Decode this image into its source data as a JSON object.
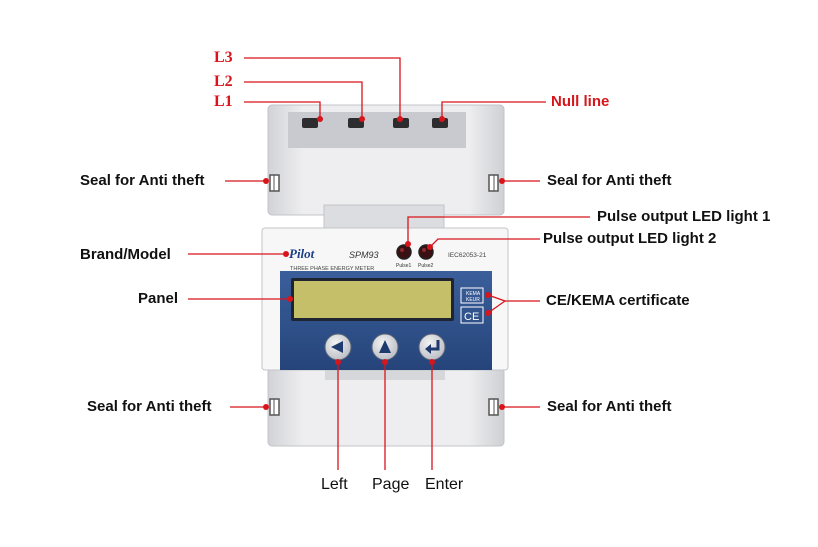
{
  "labels": {
    "l3": "L3",
    "l2": "L2",
    "l1": "L1",
    "null_line": "Null line",
    "seal_top_left": "Seal for Anti theft",
    "seal_top_right": "Seal for Anti theft",
    "pulse1": "Pulse output LED light 1",
    "pulse2": "Pulse output LED light 2",
    "brand_model": "Brand/Model",
    "panel": "Panel",
    "ce_kema": "CE/KEMA certificate",
    "seal_bottom_left": "Seal for Anti theft",
    "seal_bottom_right": "Seal for Anti theft",
    "left": "Left",
    "page": "Page",
    "enter": "Enter"
  },
  "device": {
    "brand": "Pilot",
    "model": "SPM93",
    "subtitle": "THREE PHASE ENERGY METER",
    "standard": "IEC62053-21",
    "pulse1": "Pulse1",
    "pulse2": "Pulse2",
    "kema": "KEMA",
    "keur": "KEUR",
    "ce": "CE"
  },
  "buttons": {
    "left_icon": "arrow-left-icon",
    "page_icon": "arrow-up-icon",
    "enter_icon": "enter-return-icon"
  },
  "colors": {
    "label_red": "#d8151b",
    "leader": "#d8151b",
    "panel_blue": "#2d4e86",
    "lcd": "#c5bf6a",
    "housing": "#e3e3e6"
  }
}
